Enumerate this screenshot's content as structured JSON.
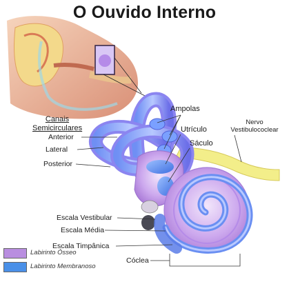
{
  "title": "O Ouvido Interno",
  "labels": {
    "canais_semicirculares": "Canais Semicirculares",
    "anterior": "Anterior",
    "lateral": "Lateral",
    "posterior": "Posterior",
    "ampolas": "Ampolas",
    "utriculo": "Utrículo",
    "saculo": "Sáculo",
    "nervo_vestibulococlear": "Nervo Vestibulococlear",
    "escala_vestibular": "Escala Vestibular",
    "escala_media": "Escala Média",
    "escala_timpanica": "Escala Timpânica",
    "coclea": "Cóclea"
  },
  "legend": [
    {
      "label": "Labirinto Ósseo",
      "color": "#b98ee0"
    },
    {
      "label": "Labirinto Membranoso",
      "color": "#4a90e8"
    }
  ],
  "colors": {
    "bony": "#c9a6ec",
    "membranous": "#5f8ff0",
    "nerve": "#f2eb7a",
    "skin": "#f0c3a5",
    "cartilage": "#f3d98b"
  }
}
